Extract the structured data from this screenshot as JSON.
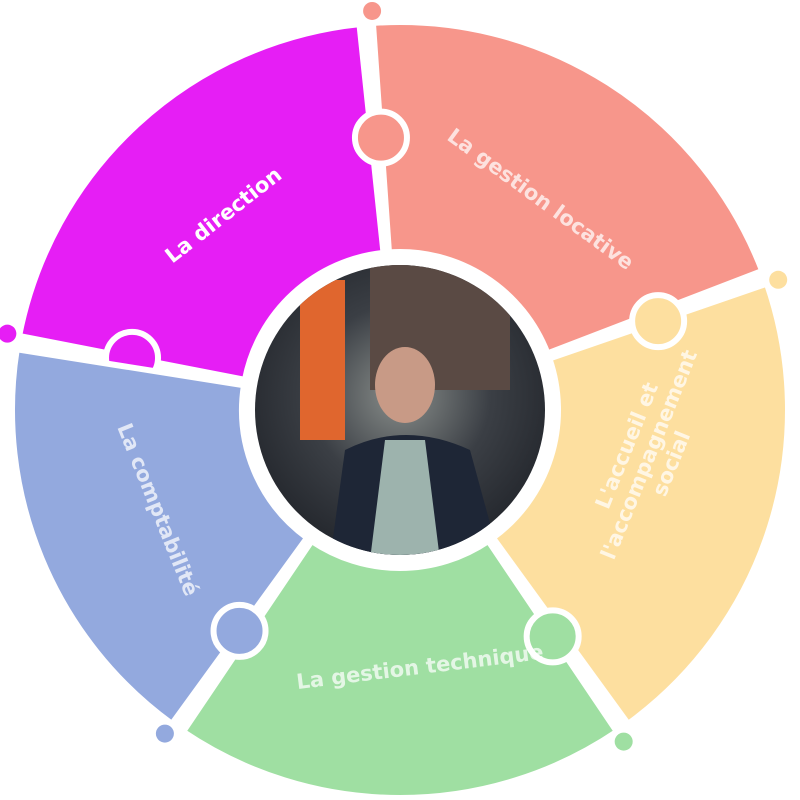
{
  "segments": [
    {
      "id": "direction",
      "label": "La direction",
      "color": "#E61EF5",
      "start": 190,
      "end": 265
    },
    {
      "id": "gestion-locative",
      "label": "La gestion locative",
      "color": "#F7968B",
      "start": 265,
      "end": 340
    },
    {
      "id": "accueil",
      "label_lines": [
        "L'accueil et",
        "l'accompagnement",
        "social"
      ],
      "color": "#FDDF9F",
      "start": 340,
      "end": 415
    },
    {
      "id": "gestion-technique",
      "label": "La gestion technique",
      "color": "#9FDFA2",
      "start": 55,
      "end": 125
    },
    {
      "id": "comptabilite",
      "label": "La comptabilité",
      "color": "#93A9DE",
      "start": 125,
      "end": 190
    }
  ],
  "center_photo": {
    "icon": "team-photo"
  }
}
